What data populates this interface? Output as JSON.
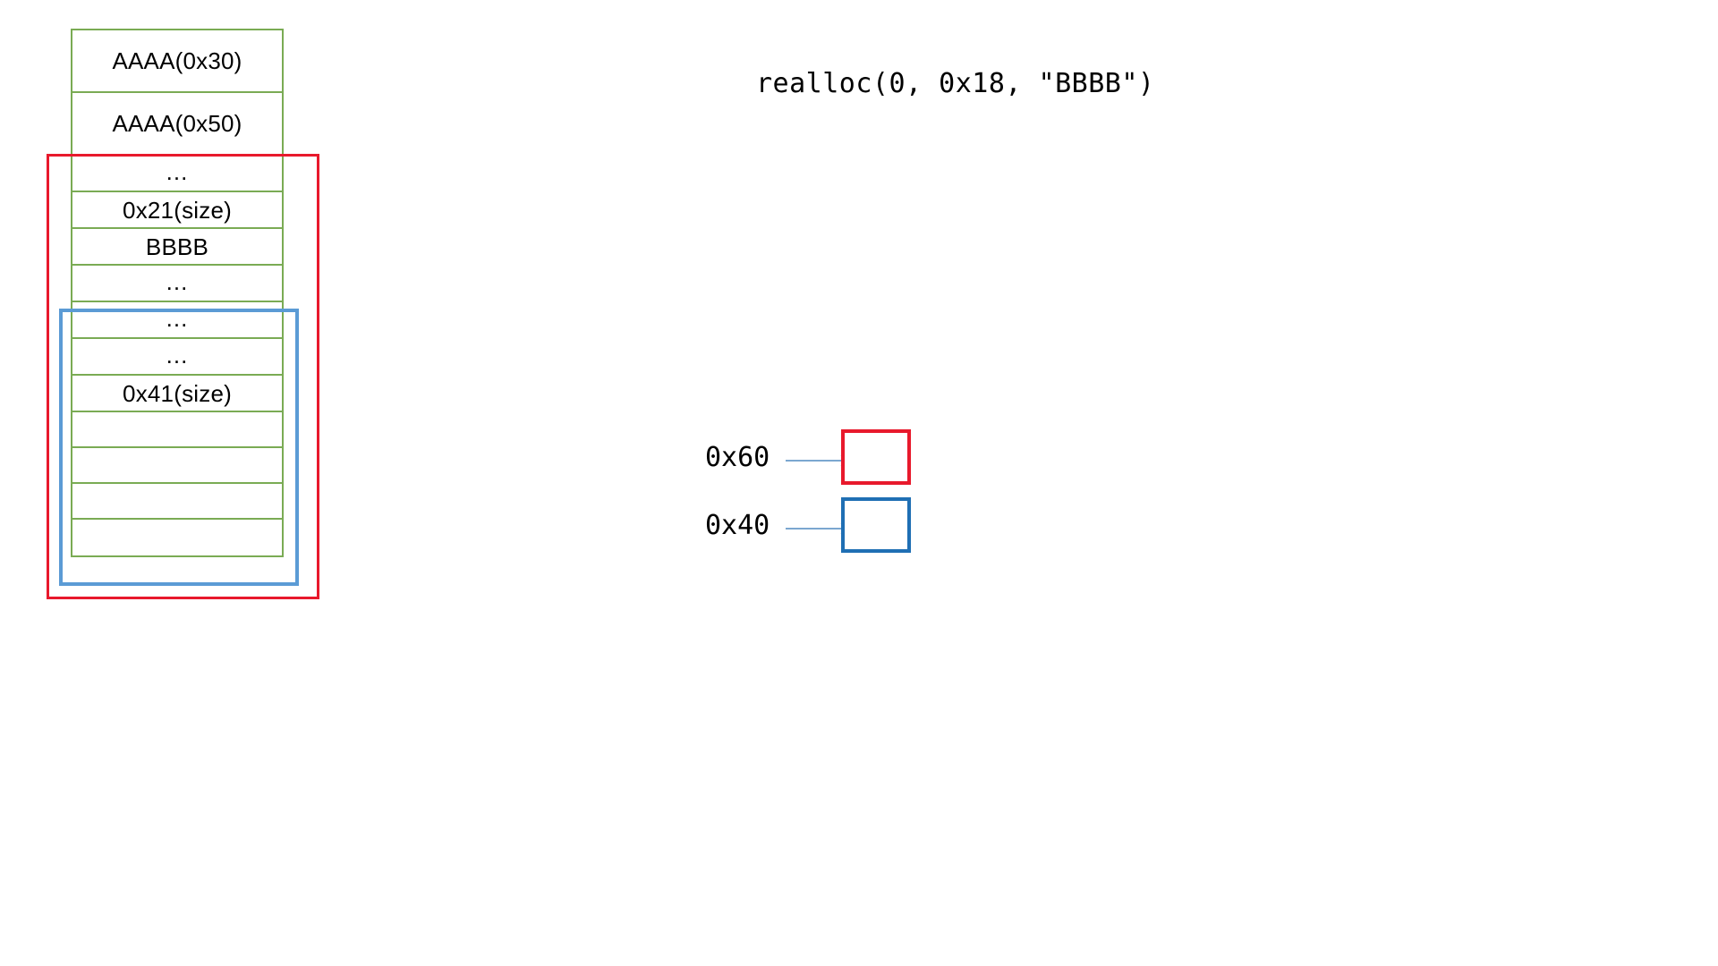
{
  "title": {
    "call_expression": "realloc(0, 0x18, \"BBBB\")"
  },
  "memory_table": {
    "name": "heap-memory-layout",
    "border_color": "#7aab54",
    "rows": [
      {
        "label": "AAAA(0x30)",
        "size": "tall",
        "kind": "chunk-data"
      },
      {
        "label": "AAAA(0x50)",
        "size": "tall",
        "kind": "chunk-data"
      },
      {
        "label": "...",
        "size": "std",
        "kind": "ellipsis"
      },
      {
        "label": "0x21(size)",
        "size": "std",
        "kind": "chunk-size"
      },
      {
        "label": "BBBB",
        "size": "std",
        "kind": "chunk-data"
      },
      {
        "label": "...",
        "size": "std",
        "kind": "ellipsis"
      },
      {
        "label": "...",
        "size": "std",
        "kind": "ellipsis"
      },
      {
        "label": "...",
        "size": "std",
        "kind": "ellipsis"
      },
      {
        "label": "0x41(size)",
        "size": "std",
        "kind": "chunk-size"
      },
      {
        "label": "",
        "size": "short",
        "kind": "empty"
      },
      {
        "label": "",
        "size": "short",
        "kind": "empty"
      },
      {
        "label": "",
        "size": "short",
        "kind": "empty"
      },
      {
        "label": "",
        "size": "short",
        "kind": "empty"
      }
    ]
  },
  "regions": {
    "red": {
      "name": "region-0x60",
      "color": "#e8192c"
    },
    "blue": {
      "name": "region-0x40",
      "color": "#5b9bd5"
    }
  },
  "legend": {
    "items": [
      {
        "label": "0x60",
        "color": "#e8192c",
        "swatch": "swatch-red"
      },
      {
        "label": "0x40",
        "color": "#1f6fb4",
        "swatch": "swatch-blue"
      }
    ],
    "arrow_color": "#7ba7d0"
  }
}
